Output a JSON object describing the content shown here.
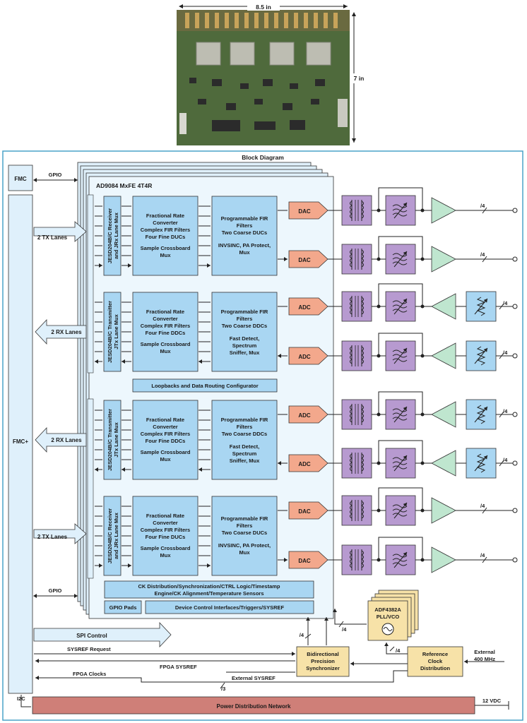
{
  "photo": {
    "width_label": "8.5 in",
    "height_label": "7 in"
  },
  "diagram": {
    "header": "Block Diagram",
    "chip_title": "AD9084 MxFE 4T4R",
    "fmc": "FMC",
    "fmc_plus": "FMC+",
    "gpio": "GPIO",
    "tx_lanes": "2 TX Lanes",
    "rx_lanes": "2 RX Lanes",
    "jesd_rx": [
      "JESD204B/C Receiver",
      "and JRx Lane Mux"
    ],
    "jesd_tx": [
      "JESD204B/C Transmitter",
      "JTx Lane Mux"
    ],
    "frc_ddc": [
      "Fractional Rate",
      "Converter",
      "Complex FIR Filters",
      "Four Fine DDCs",
      "",
      "Sample Crossboard",
      "Mux"
    ],
    "frc_duc": [
      "Fractional Rate",
      "Converter",
      "Complex FIR Filters",
      "Four Fine DUCs",
      "",
      "Sample Crossboard",
      "Mux"
    ],
    "pfir_duc": [
      "Programmable FIR",
      "Filters",
      "Two Coarse DUCs",
      "",
      "INVSINC, PA Protect,",
      "Mux"
    ],
    "pfir_ddc": [
      "Programmable FIR",
      "Filters",
      "Two Coarse DDCs",
      "",
      "Fast Detect,",
      "Spectrum",
      "Sniffer, Mux"
    ],
    "dac": "DAC",
    "adc": "ADC",
    "lane4": "/4",
    "loopback": "Loopbacks and Data Routing Configurator",
    "ck_dist": [
      "CK Distribution/Synchronization/CTRL Logic/Timestamp",
      "Engine/CK Alignment/Temperature Sensors"
    ],
    "gpio_pads": "GPIO Pads",
    "dev_ctrl": "Device Control Interfaces/Triggers/SYSREF",
    "adf": [
      "ADF4382A",
      "PLL/VCO"
    ],
    "spi": "SPI Control",
    "sysref_req": "SYSREF Request",
    "fpga_sysref": "FPGA SYSREF",
    "fpga_clocks": "FPGA Clocks",
    "ext_sysref": "External SYSREF",
    "lane3": "/3",
    "bps": [
      "Bidirectional",
      "Precision",
      "Synchronizer"
    ],
    "rcd": [
      "Reference",
      "Clock",
      "Distribution"
    ],
    "external": [
      "External",
      "400 MHz"
    ],
    "i2c": "I2C",
    "pdn": "Power Distribution Network",
    "vdc": "12 VDC"
  },
  "colors": {
    "outer_border": "#4aa3c8",
    "light_blue": "#dff0fb",
    "block_blue": "#a9d6f2",
    "dac_adc": "#f3a88c",
    "purple": "#b79ad0",
    "green": "#bfe6cf",
    "yellow": "#f7e2a8",
    "pdn": "#cf7f78"
  }
}
